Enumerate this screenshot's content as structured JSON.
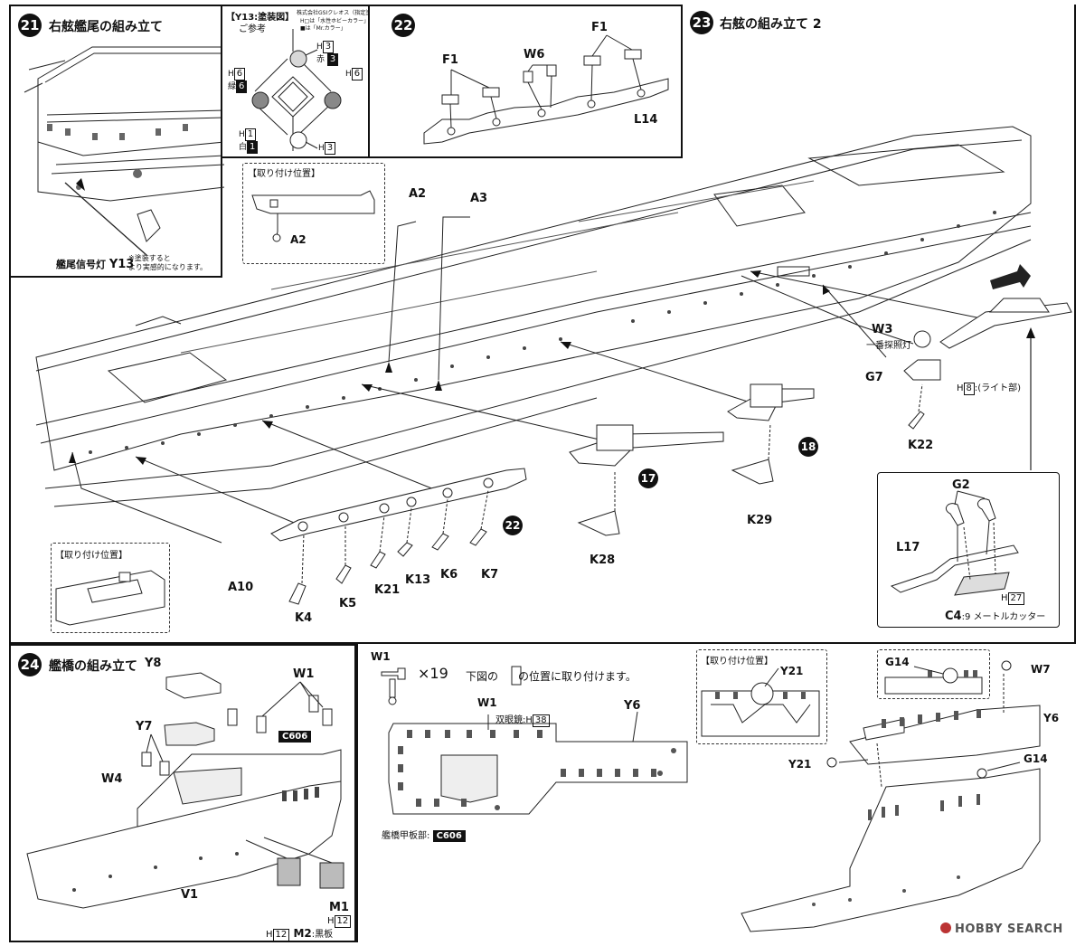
{
  "step21": {
    "num": "21",
    "title": "右舷艦尾の組み立て",
    "part_label": "艦尾信号灯",
    "part_id": "Y13",
    "note_line1": "※塗装すると",
    "note_line2": "より実感的になります。"
  },
  "y13": {
    "title": "【Y13:塗装図】",
    "subtitle": "ご参考",
    "brand": "株式会社GSIクレオス（指定塗料）",
    "h_note": "H□は「水性ホビーカラー」",
    "c_note": "■は「Mr.カラー」",
    "top_h": "H",
    "top_h_num": "3",
    "top_color": "赤",
    "top_c_num": "3",
    "left_h": "H",
    "left_h_num": "6",
    "left_color": "緑",
    "left_c_num": "6",
    "right_h": "H",
    "right_h_num": "6",
    "bl_h": "H",
    "bl_h_num": "1",
    "bl_color": "白",
    "bl_c_num": "1",
    "bottom_h": "H",
    "bottom_h_num": "3"
  },
  "step22": {
    "num": "22",
    "labels": [
      "F1",
      "F1",
      "W6",
      "L14"
    ]
  },
  "step23": {
    "num": "23",
    "title": "右舷の組み立て 2"
  },
  "main": {
    "mount_title": "【取り付け位置】",
    "mount_title2": "【取り付け位置】",
    "labels": {
      "a2": "A2",
      "a2b": "A2",
      "a3": "A3",
      "a10": "A10",
      "k4": "K4",
      "k5": "K5",
      "k21": "K21",
      "k13": "K13",
      "k6": "K6",
      "k7": "K7",
      "k28": "K28",
      "k29": "K29",
      "k22": "K22",
      "g7": "G7",
      "w3": "W3",
      "w3note": "一番探照灯",
      "h8": "H",
      "h8num": "8",
      "h8note": ":(ライト部)",
      "c17": "17",
      "c18": "18",
      "c22": "22"
    }
  },
  "inset23": {
    "g2": "G2",
    "l17": "L17",
    "h27": "H",
    "h27num": "27",
    "c4": "C4",
    "c4note": ":9 メートルカッター"
  },
  "step24": {
    "num": "24",
    "title": "艦橋の組み立て",
    "y8": "Y8",
    "y7": "Y7",
    "w1": "W1",
    "w4": "W4",
    "c606": "C606",
    "v1": "V1",
    "m1": "M1",
    "m2": "M2",
    "h12a": "H",
    "h12anum": "12",
    "h12b": "H",
    "h12bnum": "12",
    "m2note": ":黒板"
  },
  "w1section": {
    "w1": "W1",
    "count": "×19",
    "instr_pre": "下図の",
    "instr_post": "の位置に取り付けます。",
    "w1b": "W1",
    "binoc": "双眼鏡:",
    "binoc_h": "H",
    "binoc_num": "38",
    "y6": "Y6",
    "deck_label": "艦橋甲板部:",
    "deck_c": "C606"
  },
  "mount24": {
    "title": "【取り付け位置】",
    "y21": "Y21",
    "y21b": "Y21"
  },
  "right24": {
    "g14": "G14",
    "g14b": "G14",
    "w7": "W7",
    "y6": "Y6"
  },
  "watermark": "HOBBY SEARCH"
}
